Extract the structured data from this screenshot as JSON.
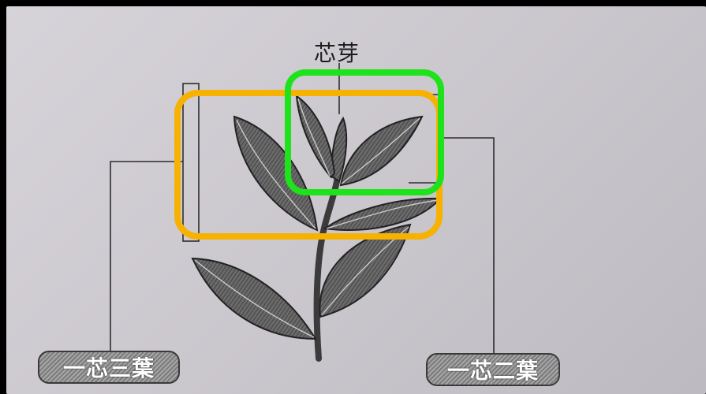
{
  "labels": {
    "top": "芯芽",
    "left_tag": "一芯三葉",
    "right_tag": "一芯二葉"
  },
  "colors": {
    "orange_highlight": "#f7b100",
    "green_highlight": "#1ee31a",
    "leaf_fill": "#5c5c5c",
    "line": "#2e2e2e"
  }
}
